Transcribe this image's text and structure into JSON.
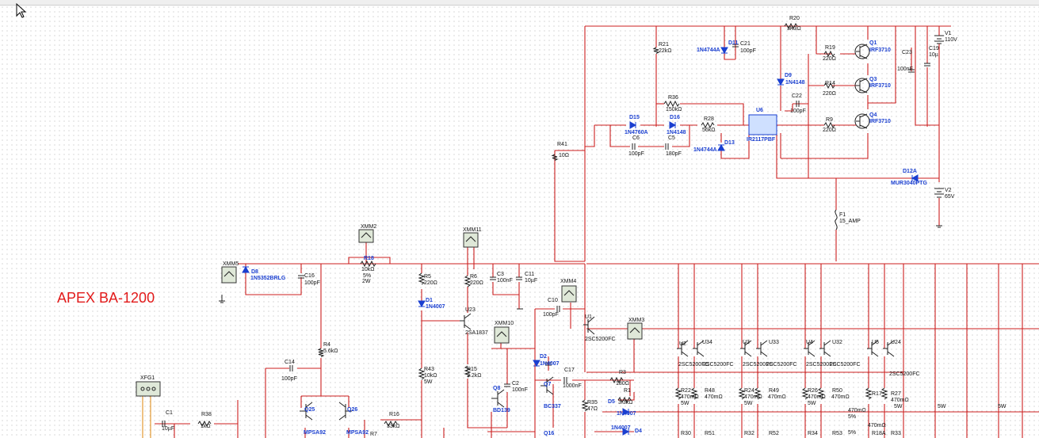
{
  "title": "APEX BA-1200",
  "cursor_icon": "arrow-cursor-icon",
  "colors": {
    "wire": "#cc1f1f",
    "probe_wire": "#e09020",
    "title": "#e21a1a",
    "component": "#222222",
    "component_label_blue": "#1a3fd0"
  },
  "labels": {
    "R20": "R20",
    "R20v": "3K3Ω",
    "V1": "V1",
    "V1v": "110V",
    "R21": "R21",
    "R21v": "22kΩ",
    "D11": "D11",
    "D11t": "1N4744A",
    "C21": "C21",
    "C21v": "100pF",
    "R19": "R19",
    "R19v": "220Ω",
    "Q1": "Q1",
    "Q1t": "IRF3710",
    "C23": "C23",
    "C23v": "100nF",
    "C19": "C19",
    "C19v": "10µ",
    "D9": "D9",
    "D9t": "1N4148",
    "R14": "R14",
    "R14v": "220Ω",
    "Q3": "Q3",
    "Q3t": "IRF3710",
    "R36": "R36",
    "R36v": "150kΩ",
    "C22": "C22",
    "C22v": "100pF",
    "D15": "D15",
    "D15t": "1N4760A",
    "D16": "D16",
    "D16t": "1N4148",
    "R28": "R28",
    "R28v": "56kΩ",
    "U6": "U6",
    "U6t": "IR2117PBF",
    "R9": "R9",
    "R9v": "220Ω",
    "Q4": "Q4",
    "Q4t": "IRF3710",
    "C6": "C6",
    "C6v": "100pF",
    "C5": "C5",
    "C5v": "180pF",
    "D13": "D13",
    "D13t": "1N4744A",
    "R41": "R41",
    "R41v": "10Ω",
    "D12A": "D12A",
    "D12At": "MUR3040PTG",
    "V2": "V2",
    "V2v": "65V",
    "F1": "F1",
    "F1v": "15_AMP",
    "XMM2": "XMM2",
    "XMM11": "XMM11",
    "XMM5": "XMM5",
    "D8": "D8",
    "D8t": "1N5352BRLG",
    "C16": "C16",
    "C16v": "100pF",
    "R18": "R18",
    "R18v": "10kΩ",
    "R18p": "5%",
    "R18w": "2W",
    "R5": "R5",
    "R5v": "220Ω",
    "R6": "R6",
    "R6v": "220Ω",
    "C3": "C3",
    "C3v": "100nF",
    "C11": "C11",
    "C11v": "10µF",
    "D1": "D1",
    "D1t": "1N4007",
    "U23": "U23",
    "U23t": "2SA1837",
    "XMM4": "XMM4",
    "C10": "C10",
    "C10v": "100pF",
    "U1": "U1",
    "U1t": "2SC5200FC",
    "XMM3": "XMM3",
    "XMM10": "XMM10",
    "R4": "R4",
    "R4v": "5.6kΩ",
    "C14": "C14",
    "C14v": "100pF",
    "R43": "R43",
    "R43v": "10kΩ",
    "R43w": "5W",
    "R15": "R15",
    "R15v": "2.2kΩ",
    "C2": "C2",
    "C2v": "100nF",
    "Q8": "Q8",
    "Q8t": "BD139",
    "D2": "D2",
    "D2t": "1N4007",
    "C17": "C17",
    "C17v": "1000nF",
    "R3": "R3",
    "R3v": "180Ω",
    "Q7": "Q7",
    "Q7t": "BC337",
    "R1": "R1",
    "R1v": "3.3kΩ",
    "D5": "D5",
    "D5t": "1N4007",
    "R35": "R35",
    "R35v": "47Ω",
    "D4": "D4",
    "D4t": "1N4007",
    "Q16": "Q16",
    "XFG1": "XFG1",
    "C1": "C1",
    "C1v": "10µF",
    "R38": "R38",
    "R38v": "1kΩ",
    "Q25": "Q25",
    "Q25t": "MPSA92",
    "Q26": "Q26",
    "Q26t": "MPSA92",
    "R7": "R7",
    "R16": "R16",
    "R16v": "33kΩ",
    "U2": "U2",
    "U2t": "2SC5200FC",
    "U34": "U34",
    "U34t": "2SC5200FC",
    "U3": "U3",
    "U3t": "2SC5200FC",
    "U33": "U33",
    "U33t": "2SC5200FC",
    "U4": "U4",
    "U4t": "2SC5200FC",
    "U32": "U32",
    "U32t": "2SC5200FC",
    "U5": "U5",
    "U24": "U24",
    "U24t": "2SC5200FC",
    "R22": "R22",
    "R22v": "470mΩ",
    "R22w": "5W",
    "R48": "R48",
    "R48v": "470mΩ",
    "R24": "R24",
    "R24v": "470mΩ",
    "R24w": "5W",
    "R49": "R49",
    "R49v": "470mΩ",
    "R26": "R26",
    "R26v": "470mΩ",
    "R26w": "5W",
    "R50": "R50",
    "R50v": "470mΩ",
    "R17": "R17",
    "R27": "R27",
    "R27v": "470mΩ",
    "R27w": "5W",
    "Rx1v": "470mΩ",
    "Rx1p": "5%",
    "Rx2v": "470mΩ",
    "Rx2p": "5%",
    "W1": "5W",
    "W2": "5W",
    "R30": "R30",
    "R51": "R51",
    "R32": "R32",
    "R52": "R52",
    "R34": "R34",
    "R53": "R53",
    "R18A": "R18A",
    "R33": "R33"
  }
}
